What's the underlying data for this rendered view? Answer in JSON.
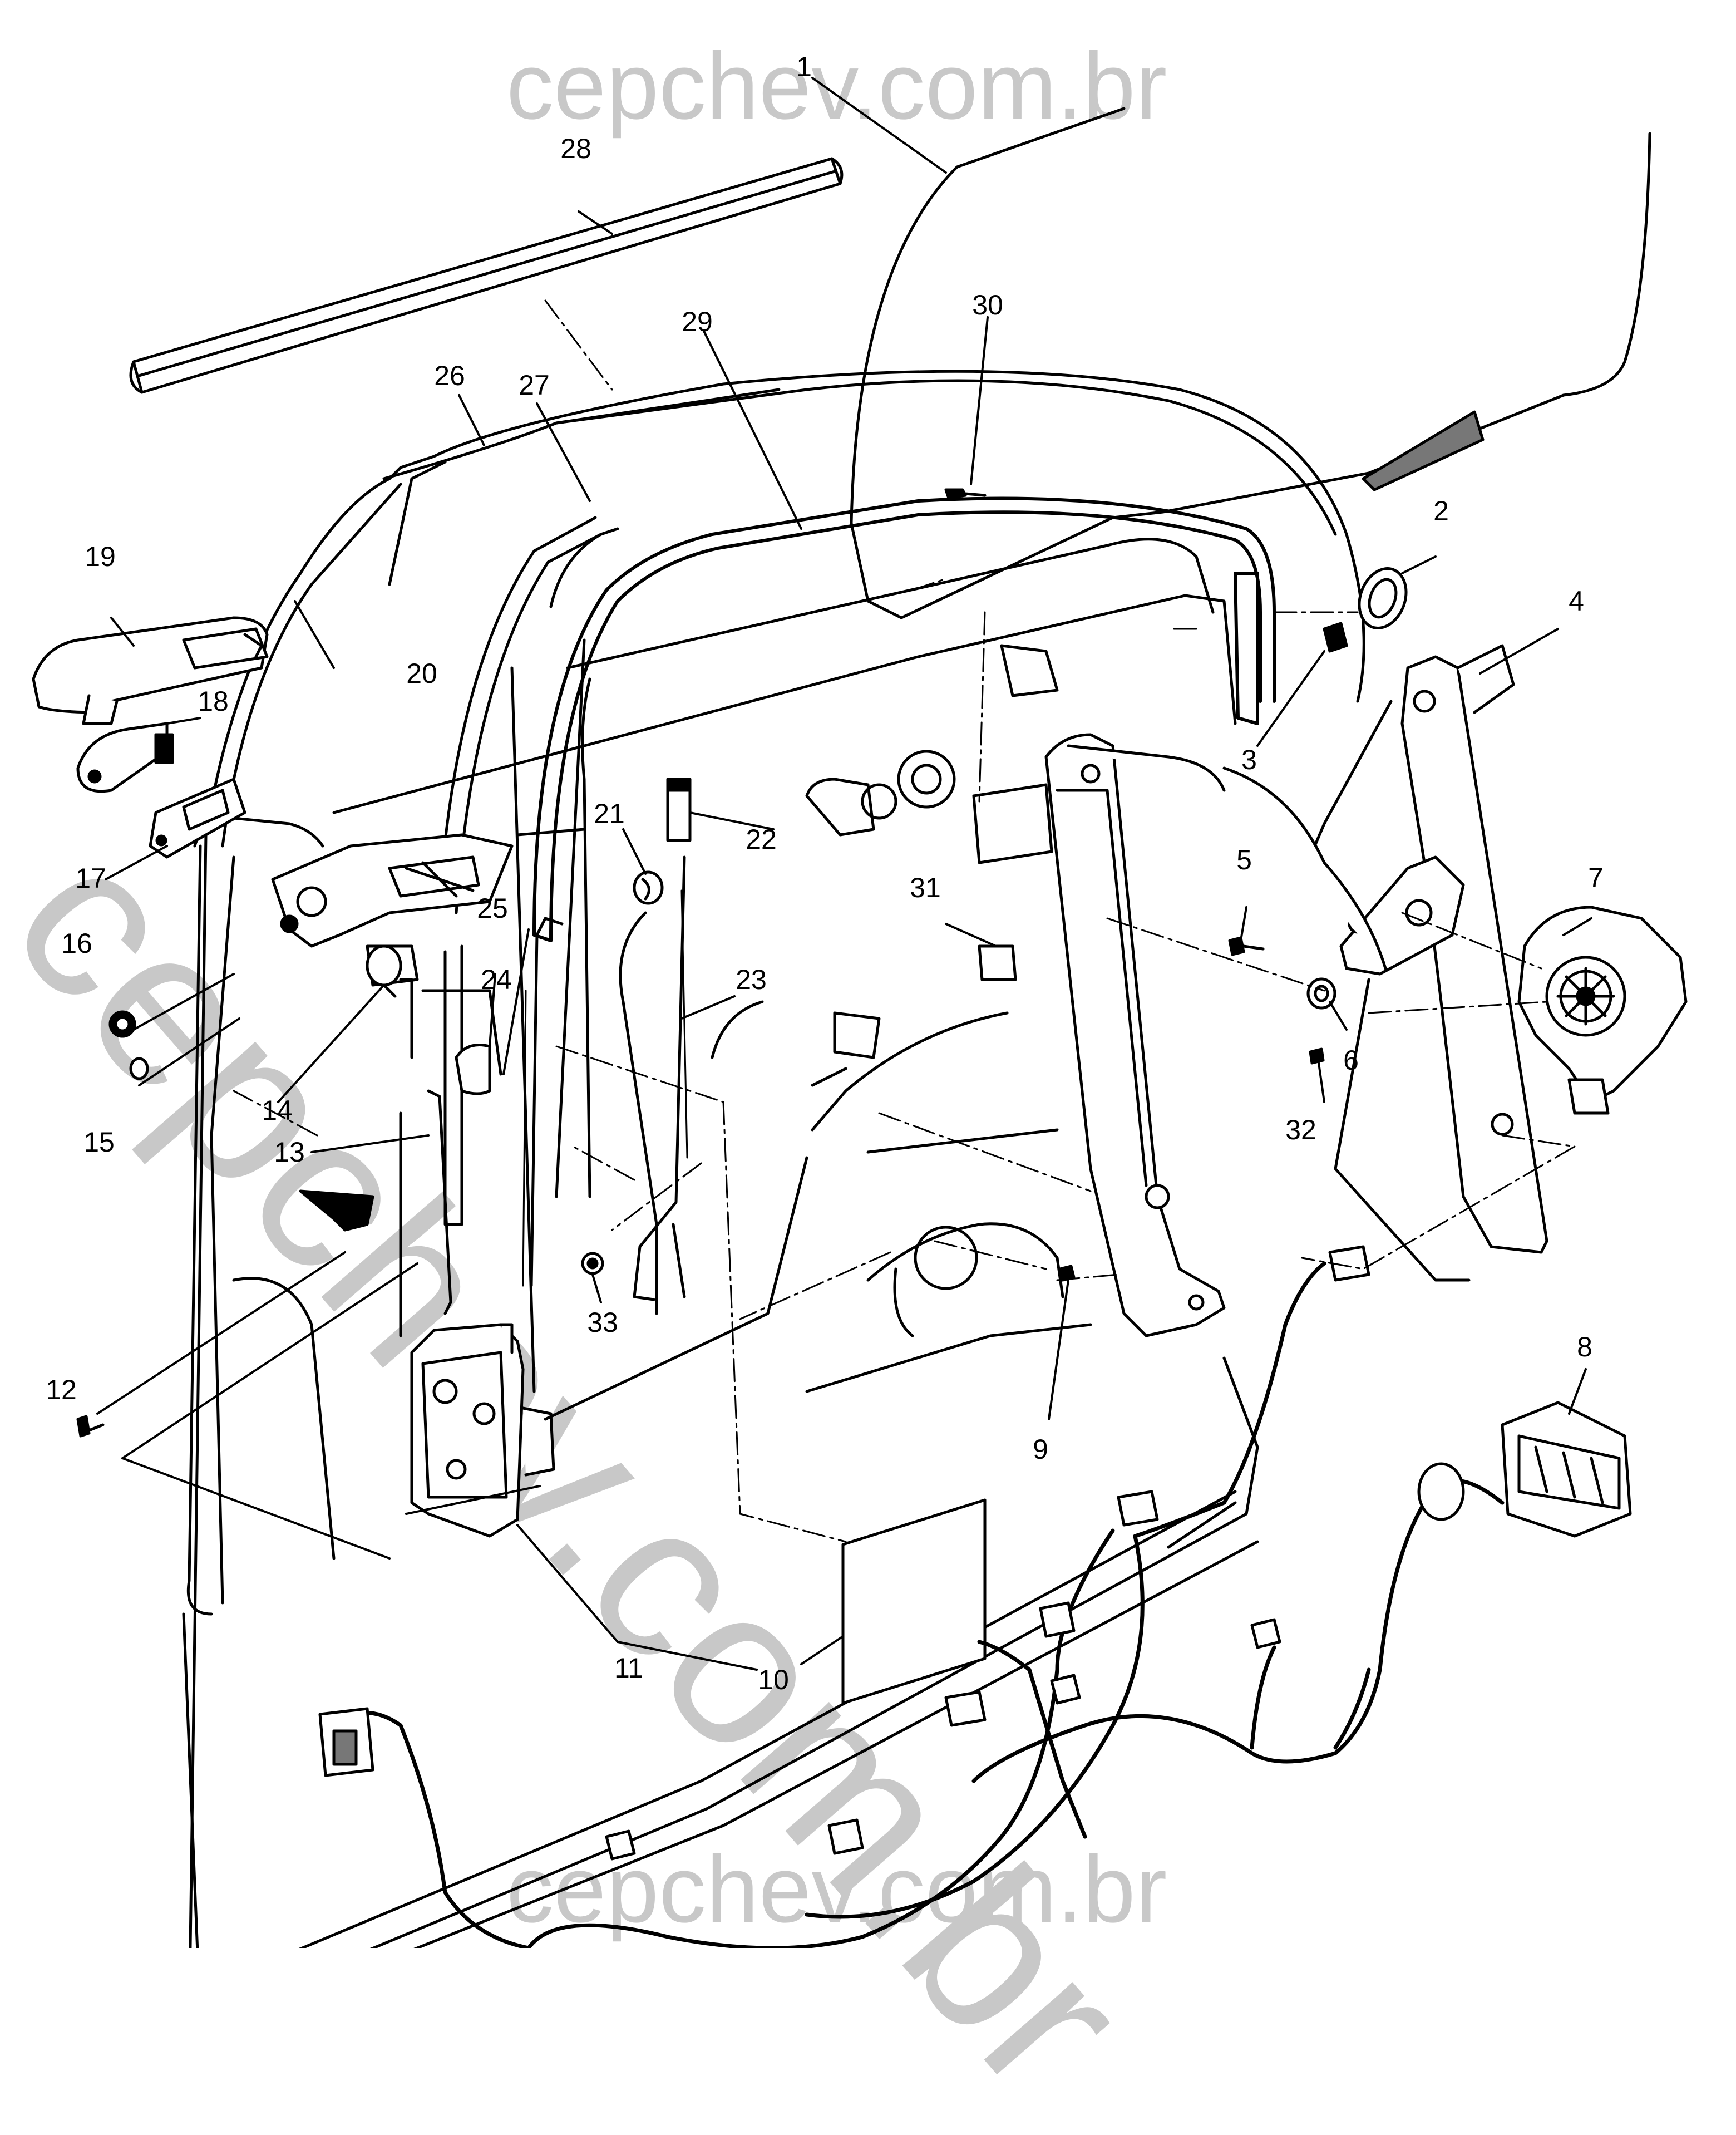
{
  "watermark": {
    "top": "cepchev.com.br",
    "diagonal": "cepchev.com.br",
    "bottom": "cepchev.com.br",
    "color": "#c8c8c8"
  },
  "callouts": {
    "c1": "1",
    "c2": "2",
    "c3": "3",
    "c4": "4",
    "c5": "5",
    "c6": "6",
    "c7": "7",
    "c8": "8",
    "c9": "9",
    "c10": "10",
    "c11": "11",
    "c12": "12",
    "c13": "13",
    "c14": "14",
    "c15": "15",
    "c16": "16",
    "c17": "17",
    "c18": "18",
    "c19": "19",
    "c20": "20",
    "c21": "21",
    "c22": "22",
    "c23": "23",
    "c24": "24",
    "c25": "25",
    "c26": "26",
    "c27": "27",
    "c28": "28",
    "c29": "29",
    "c30": "30",
    "c31": "31",
    "c32": "32",
    "c33": "33"
  },
  "line_color": "#000000"
}
